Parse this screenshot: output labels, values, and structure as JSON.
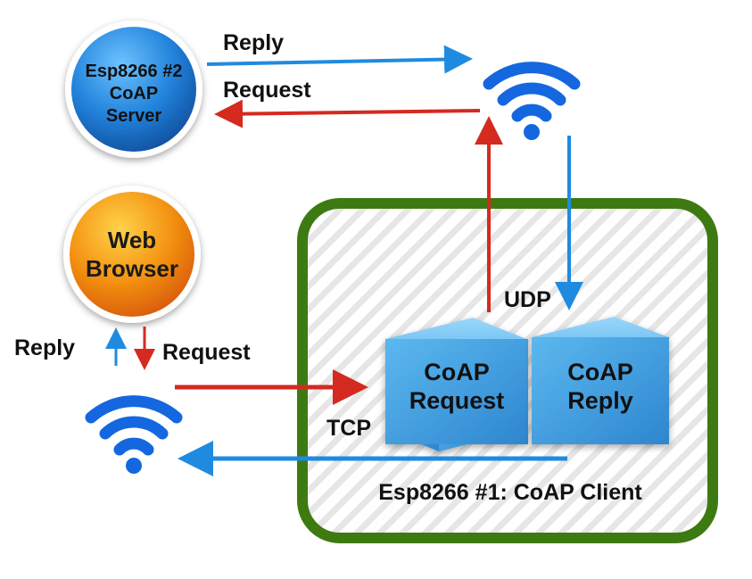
{
  "nodes": {
    "server": {
      "line1": "Esp8266 #2",
      "line2": "CoAP",
      "line3": "Server"
    },
    "browser": {
      "line1": "Web",
      "line2": "Browser"
    },
    "request_cube": {
      "line1": "CoAP",
      "line2": "Request"
    },
    "reply_cube": {
      "line1": "CoAP",
      "line2": "Reply"
    },
    "client_box": {
      "label": "Esp8266 #1: CoAP Client"
    }
  },
  "edges": {
    "top_reply": "Reply",
    "top_request": "Request",
    "udp": "UDP",
    "tcp": "TCP",
    "left_reply": "Reply",
    "left_request": "Request"
  },
  "colors": {
    "reply_arrow": "#1f8be0",
    "request_arrow": "#d42a1f",
    "client_border": "#3e7a12",
    "server_fill": "#1e73c8",
    "browser_fill": "#ef7d10",
    "cube_fill": "#4aa6e2",
    "wifi_icon": "#1567e0"
  }
}
